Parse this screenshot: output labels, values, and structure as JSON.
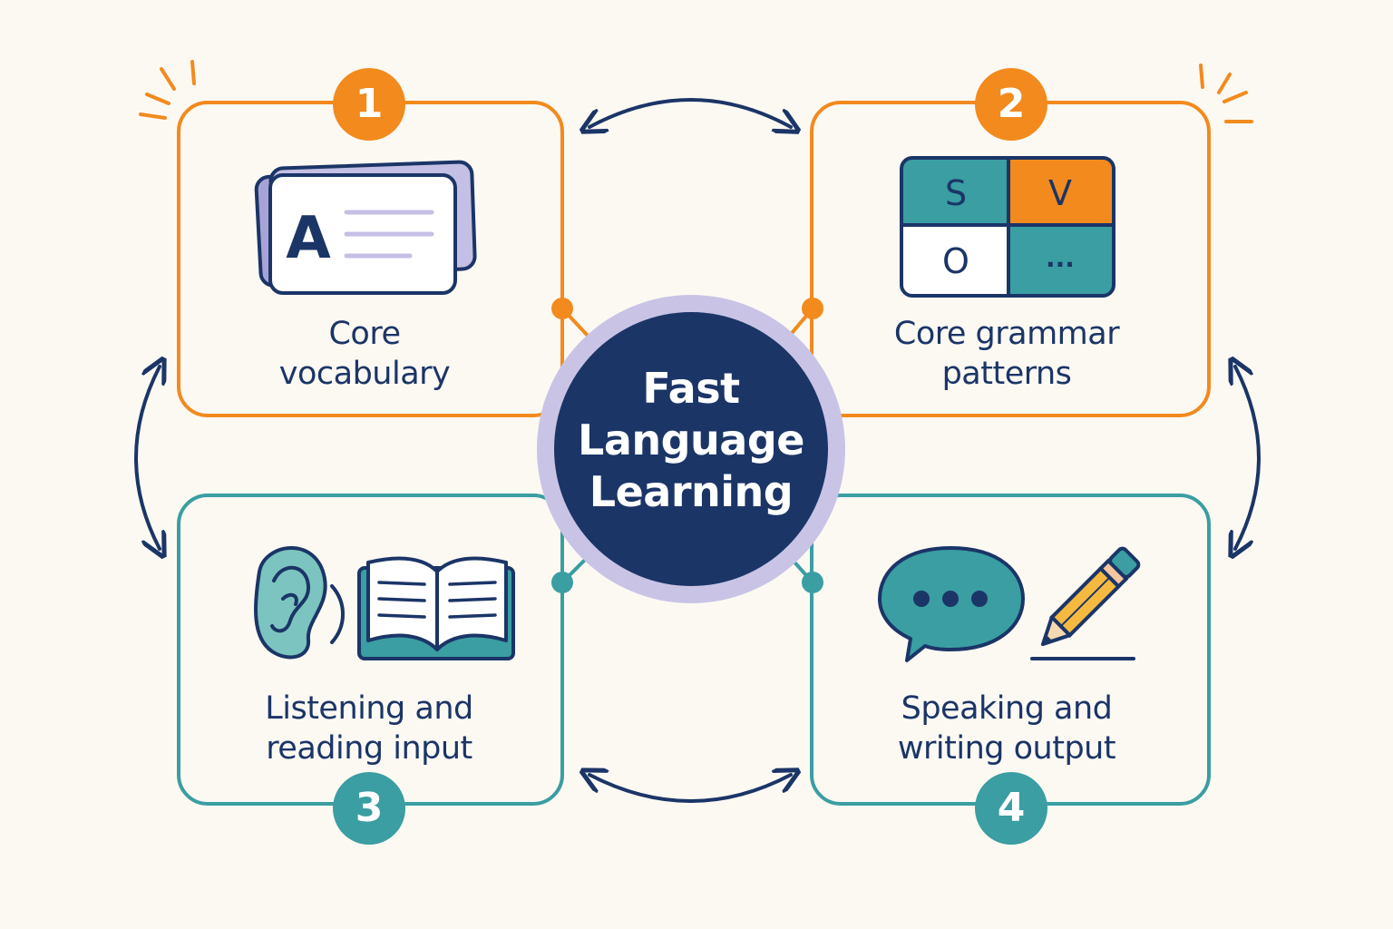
{
  "center": {
    "line1": "Fast",
    "line2": "Language",
    "line3": "Learning"
  },
  "boxes": [
    {
      "number": "1",
      "line1": "Core",
      "line2": "vocabulary",
      "color": "#f28a1e",
      "icon": "flashcards-icon"
    },
    {
      "number": "2",
      "line1": "Core grammar",
      "line2": "patterns",
      "color": "#f28a1e",
      "icon": "sentence-grid-icon"
    },
    {
      "number": "3",
      "line1": "Listening and",
      "line2": "reading input",
      "color": "#3a9ea2",
      "icon": "ear-and-book-icon"
    },
    {
      "number": "4",
      "line1": "Speaking and",
      "line2": "writing output",
      "color": "#3a9ea2",
      "icon": "speech-bubble-and-pencil-icon"
    }
  ],
  "flashcard": {
    "letter": "A"
  },
  "grammar_grid": {
    "s": "S",
    "v": "V",
    "o": "O",
    "more": "..."
  },
  "colors": {
    "orange": "#f28a1e",
    "teal": "#3a9ea2",
    "navy": "#1b3567",
    "lavender": "#c9c4e6",
    "background": "#fcf9f3"
  }
}
